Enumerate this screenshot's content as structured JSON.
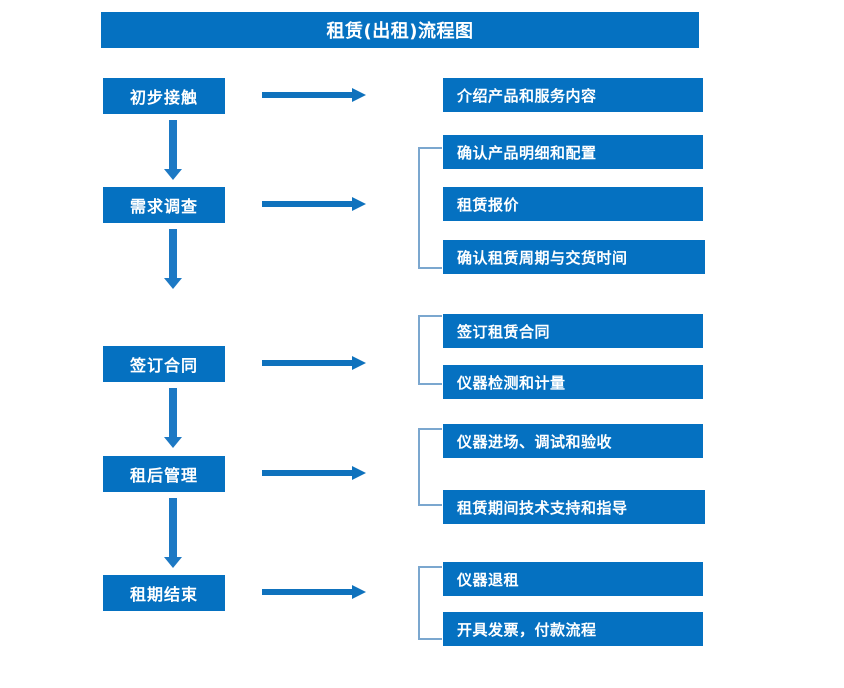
{
  "title": "租赁(出租)流程图",
  "stages": [
    {
      "label": "初步接触",
      "details": [
        "介绍产品和服务内容"
      ]
    },
    {
      "label": "需求调查",
      "details": [
        "确认产品明细和配置",
        "租赁报价",
        "确认租赁周期与交货时间"
      ]
    },
    {
      "label": "签订合同",
      "details": [
        "签订租赁合同",
        "仪器检测和计量"
      ]
    },
    {
      "label": "租后管理",
      "details": [
        "仪器进场、调试和验收",
        "租赁期间技术支持和指导"
      ]
    },
    {
      "label": "租期结束",
      "details": [
        "仪器退租",
        "开具发票，付款流程"
      ]
    }
  ],
  "colors": {
    "box_fill": "#0571c1",
    "box_text": "#ffffff",
    "vertical_arrow": "#1d79c4",
    "horizontal_arrow": "#0f72bd",
    "bracket_line": "#7ba7cf",
    "background": "#ffffff"
  }
}
